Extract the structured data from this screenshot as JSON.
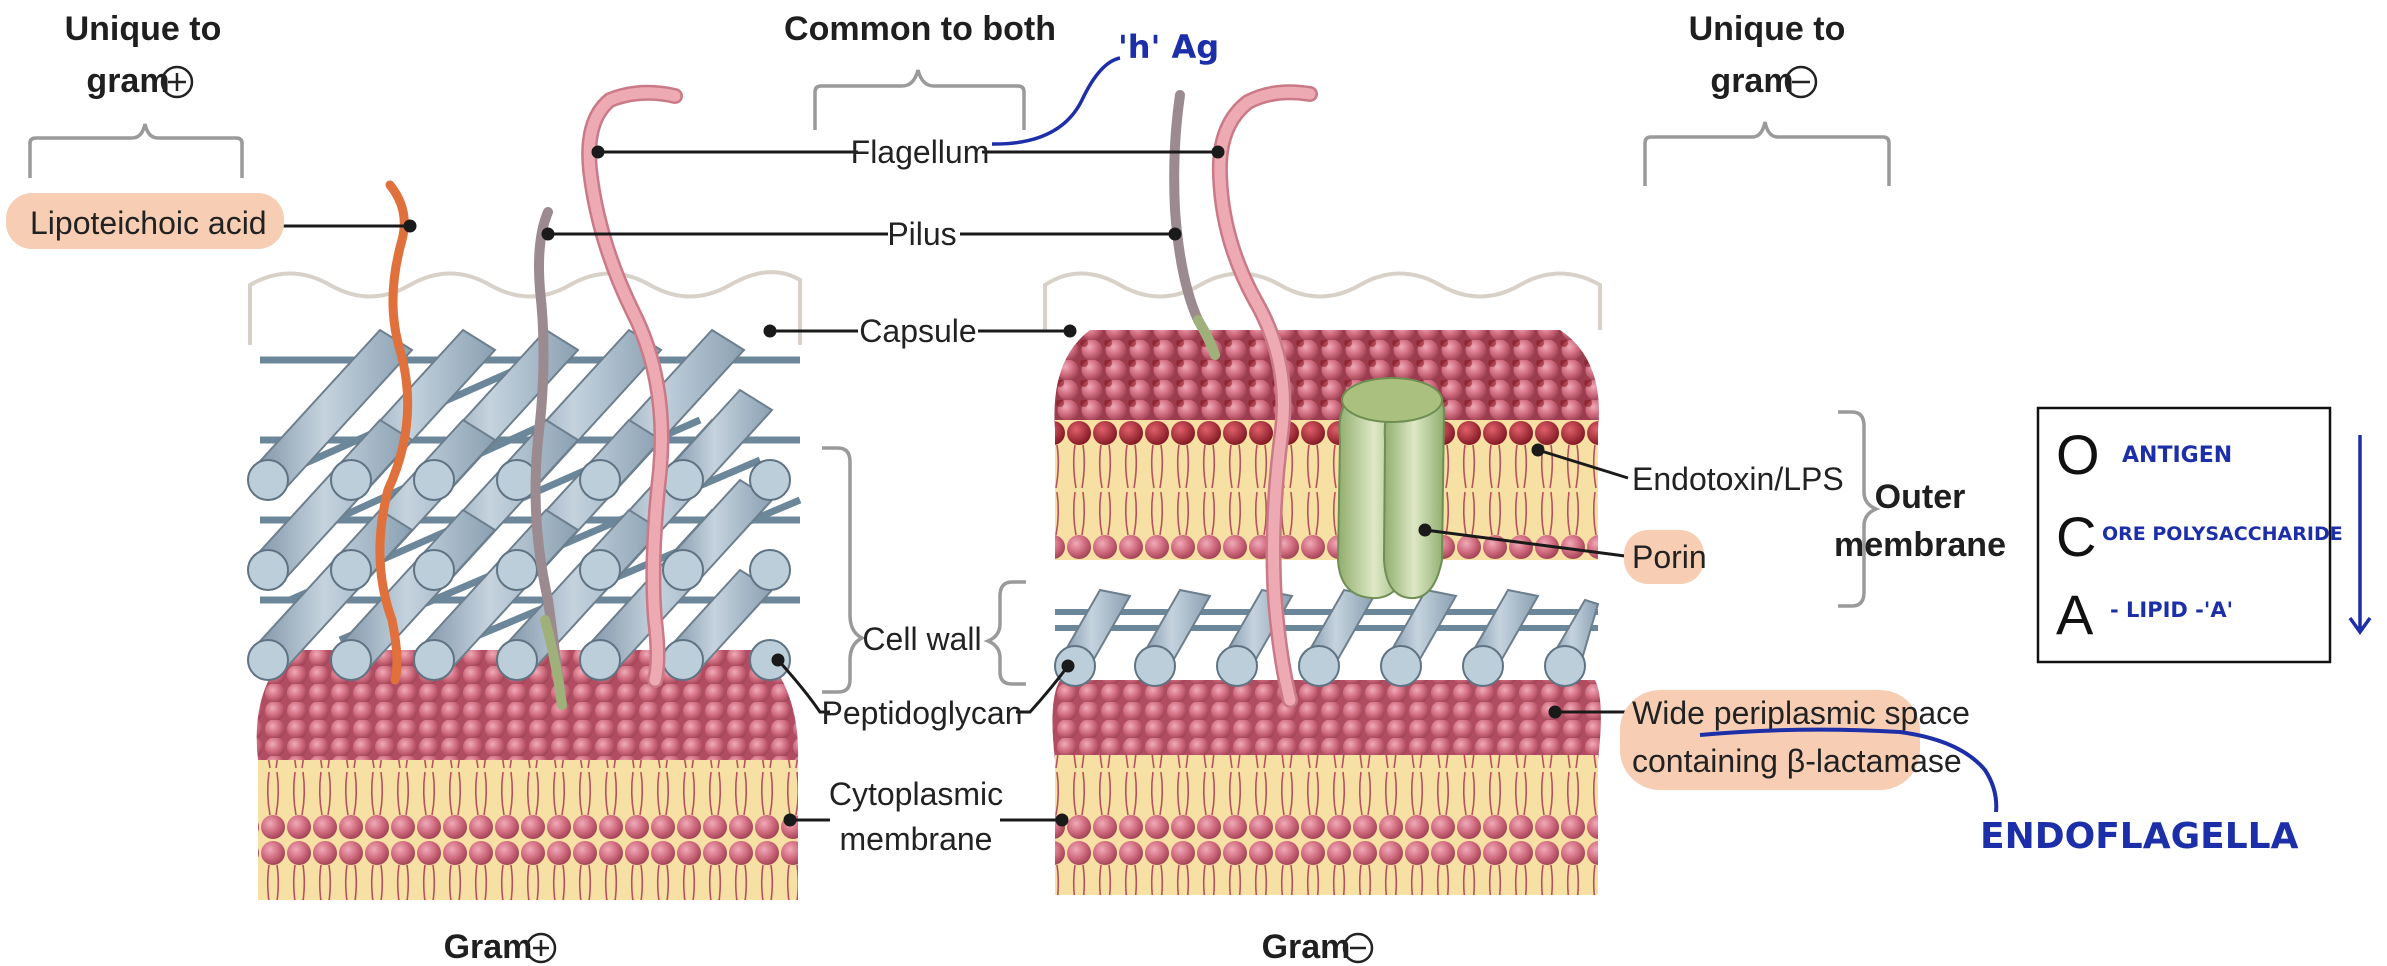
{
  "headers": {
    "unique_gram_pos_l1": "Unique to",
    "unique_gram_pos_l2": "gram",
    "common": "Common to both",
    "unique_gram_neg_l1": "Unique to",
    "unique_gram_neg_l2": "gram"
  },
  "labels": {
    "lipoteichoic": "Lipoteichoic acid",
    "flagellum": "Flagellum",
    "pilus": "Pilus",
    "capsule": "Capsule",
    "cell_wall": "Cell wall",
    "peptidoglycan": "Peptidoglycan",
    "cytoplasmic_l1": "Cytoplasmic",
    "cytoplasmic_l2": "membrane",
    "endotoxin": "Endotoxin/LPS",
    "porin": "Porin",
    "outer_l1": "Outer",
    "outer_l2": "membrane",
    "periplasmic_l1": "Wide periplasmic space",
    "periplasmic_l2": "containing β-lactamase"
  },
  "captions": {
    "gram_pos": "Gram",
    "gram_neg": "Gram"
  },
  "annotations": {
    "h_ag": "'h' Ag",
    "endoflagella": "ENDOFLAGELLA",
    "box_o_letter": "O",
    "box_o_text": "ANTIGEN",
    "box_c_letter": "C",
    "box_c_text": "ORE POLYSACCHARIDE",
    "box_a_letter": "A",
    "box_a_text": "- LIPID -'A'"
  },
  "colors": {
    "head_pink": "#c0566c",
    "tail_yellow": "#f7e1a3",
    "rod_blue": "#a9bccb",
    "lps_red": "#9b1f2a",
    "flagellum_pink": "#e89aa4",
    "lipoteichoic_orange": "#e0703c",
    "pilus_gray": "#9b8a8f",
    "porin_green": "#b5cc92",
    "highlight": "#f7cdb4",
    "ink_blue": "#1c2fa8"
  }
}
